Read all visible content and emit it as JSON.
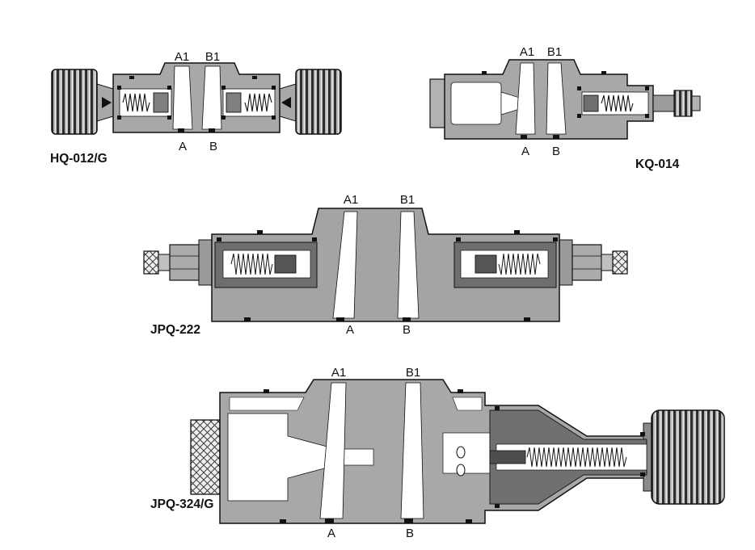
{
  "figure": {
    "valves": [
      {
        "model": "HQ-012/G",
        "top_ports": [
          "A1",
          "B1"
        ],
        "bottom_ports": [
          "A",
          "B"
        ]
      },
      {
        "model": "KQ-014",
        "top_ports": [
          "A1",
          "B1"
        ],
        "bottom_ports": [
          "A",
          "B"
        ]
      },
      {
        "model": "JPQ-222",
        "top_ports": [
          "A1",
          "B1"
        ],
        "bottom_ports": [
          "A",
          "B"
        ]
      },
      {
        "model": "JPQ-324/G",
        "top_ports": [
          "A1",
          "B1"
        ],
        "bottom_ports": [
          "A",
          "B"
        ]
      }
    ],
    "colors": {
      "background": "#ffffff",
      "body_gray": "#a8a8a8",
      "dark_gray": "#6e6e6e",
      "gallery_white": "#ffffff",
      "outline": "#111111",
      "seal_black": "#111111"
    }
  }
}
